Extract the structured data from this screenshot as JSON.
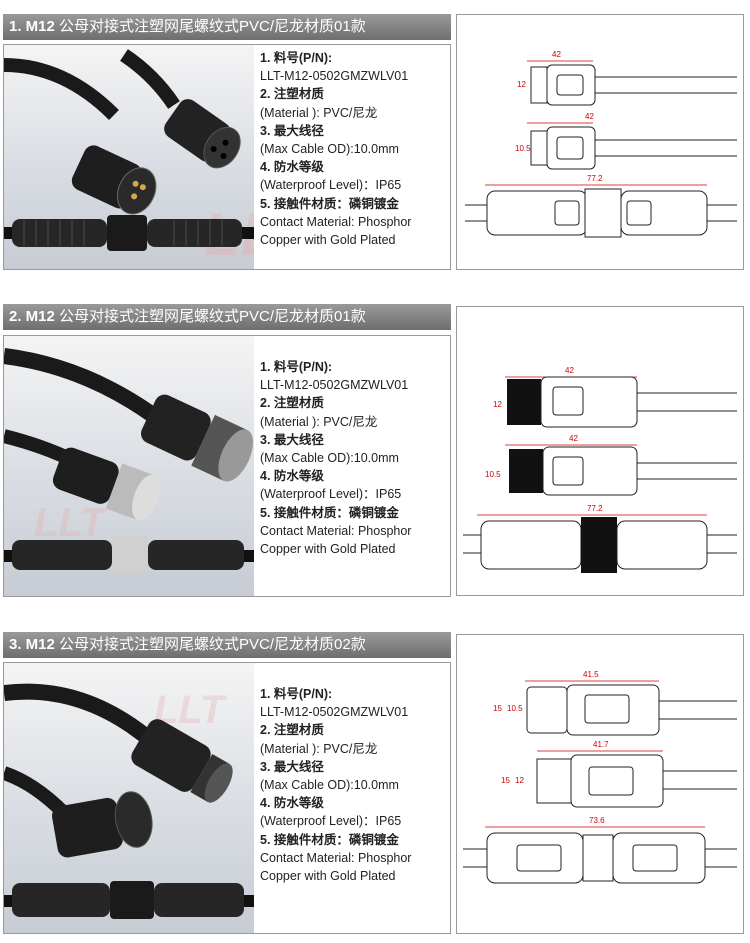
{
  "sections": [
    {
      "title_bold": "1. M12",
      "title_rest": " 公母对接式注塑网尾螺纹式PVC/尼龙材质01款",
      "specs": {
        "l1": "1. 料号(P/N):",
        "l2": "LLT-M12-0502GMZWLV01",
        "l3": "2. 注塑材质",
        "l4": "(Material ): PVC/尼龙",
        "l5": "3. 最大线径",
        "l6": "(Max Cable OD):10.0mm",
        "l7": "4. 防水等级",
        "l8": "(Waterproof Level)：IP65",
        "l9": "5. 接触件材质：磷铜镀金",
        "l10": "Contact Material: Phosphor",
        "l11": "Copper with Gold Plated"
      },
      "dims": {
        "a": "42",
        "a_h": "12",
        "b": "42",
        "b_h": "10.5",
        "c": "77.2"
      }
    },
    {
      "title_bold": "2. M12",
      "title_rest": " 公母对接式注塑网尾螺纹式PVC/尼龙材质01款",
      "specs": {
        "l1": "1. 料号(P/N):",
        "l2": "LLT-M12-0502GMZWLV01",
        "l3": "2. 注塑材质",
        "l4": "(Material ): PVC/尼龙",
        "l5": "3. 最大线径",
        "l6": "(Max Cable OD):10.0mm",
        "l7": "4. 防水等级",
        "l8": "(Waterproof Level)：IP65",
        "l9": "5. 接触件材质：磷铜镀金",
        "l10": "Contact Material: Phosphor",
        "l11": "Copper with Gold Plated"
      },
      "dims": {
        "a": "42",
        "a_h": "12",
        "b": "42",
        "b_h": "10.5",
        "c": "77.2"
      }
    },
    {
      "title_bold": "3. M12",
      "title_rest": " 公母对接式注塑网尾螺纹式PVC/尼龙材质02款",
      "specs": {
        "l1": "1. 料号(P/N):",
        "l2": "LLT-M12-0502GMZWLV01",
        "l3": "2. 注塑材质",
        "l4": "(Material ): PVC/尼龙",
        "l5": "3. 最大线径",
        "l6": "(Max Cable OD):10.0mm",
        "l7": "4. 防水等级",
        "l8": "(Waterproof Level)：IP65",
        "l9": "5. 接触件材质：磷铜镀金",
        "l10": "Contact Material: Phosphor",
        "l11": "Copper with Gold Plated"
      },
      "dims": {
        "a": "41.5",
        "a_h1": "15",
        "a_h2": "10.5",
        "b": "41.7",
        "b_h1": "15",
        "b_h2": "12",
        "c": "73.6"
      }
    }
  ],
  "watermark": "LLT",
  "colors": {
    "header_top": "#9a9a9a",
    "header_bottom": "#6e6e6e",
    "dimension": "#cc0000",
    "cable": "#1a1a1a"
  }
}
